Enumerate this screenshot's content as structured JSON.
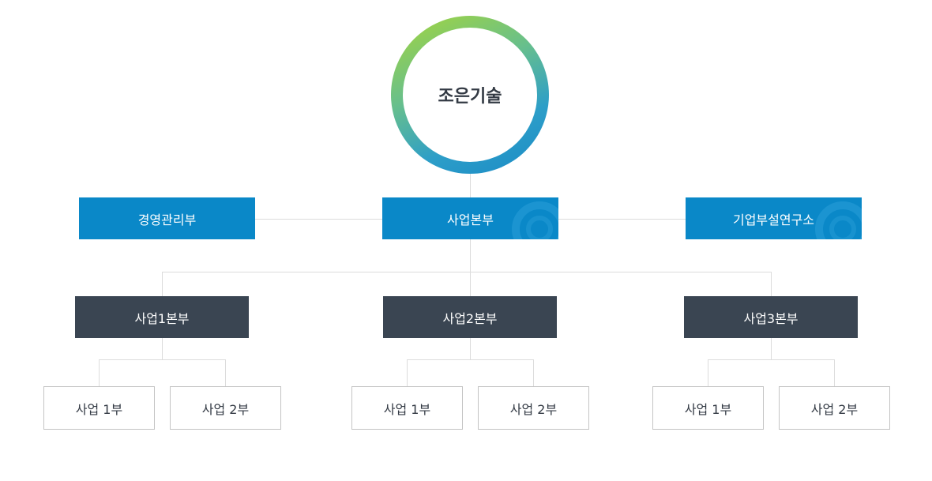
{
  "root": {
    "label": "조은기술"
  },
  "level1": {
    "left": "경영관리부",
    "center": "사업본부",
    "right": "기업부설연구소"
  },
  "level2": [
    {
      "label": "사업1본부",
      "children": [
        "사업 1부",
        "사업 2부"
      ]
    },
    {
      "label": "사업2본부",
      "children": [
        "사업 1부",
        "사업 2부"
      ]
    },
    {
      "label": "사업3본부",
      "children": [
        "사업 1부",
        "사업 2부"
      ]
    }
  ],
  "colors": {
    "ring_start": "#a6d63a",
    "ring_end": "#1a8ac6",
    "blue_box": "#0a88c8",
    "dark_box": "#3a4552",
    "connector": "#dcdcdc",
    "text_dark": "#333a44"
  },
  "icons": {
    "watermark": "logo-watermark-icon"
  }
}
